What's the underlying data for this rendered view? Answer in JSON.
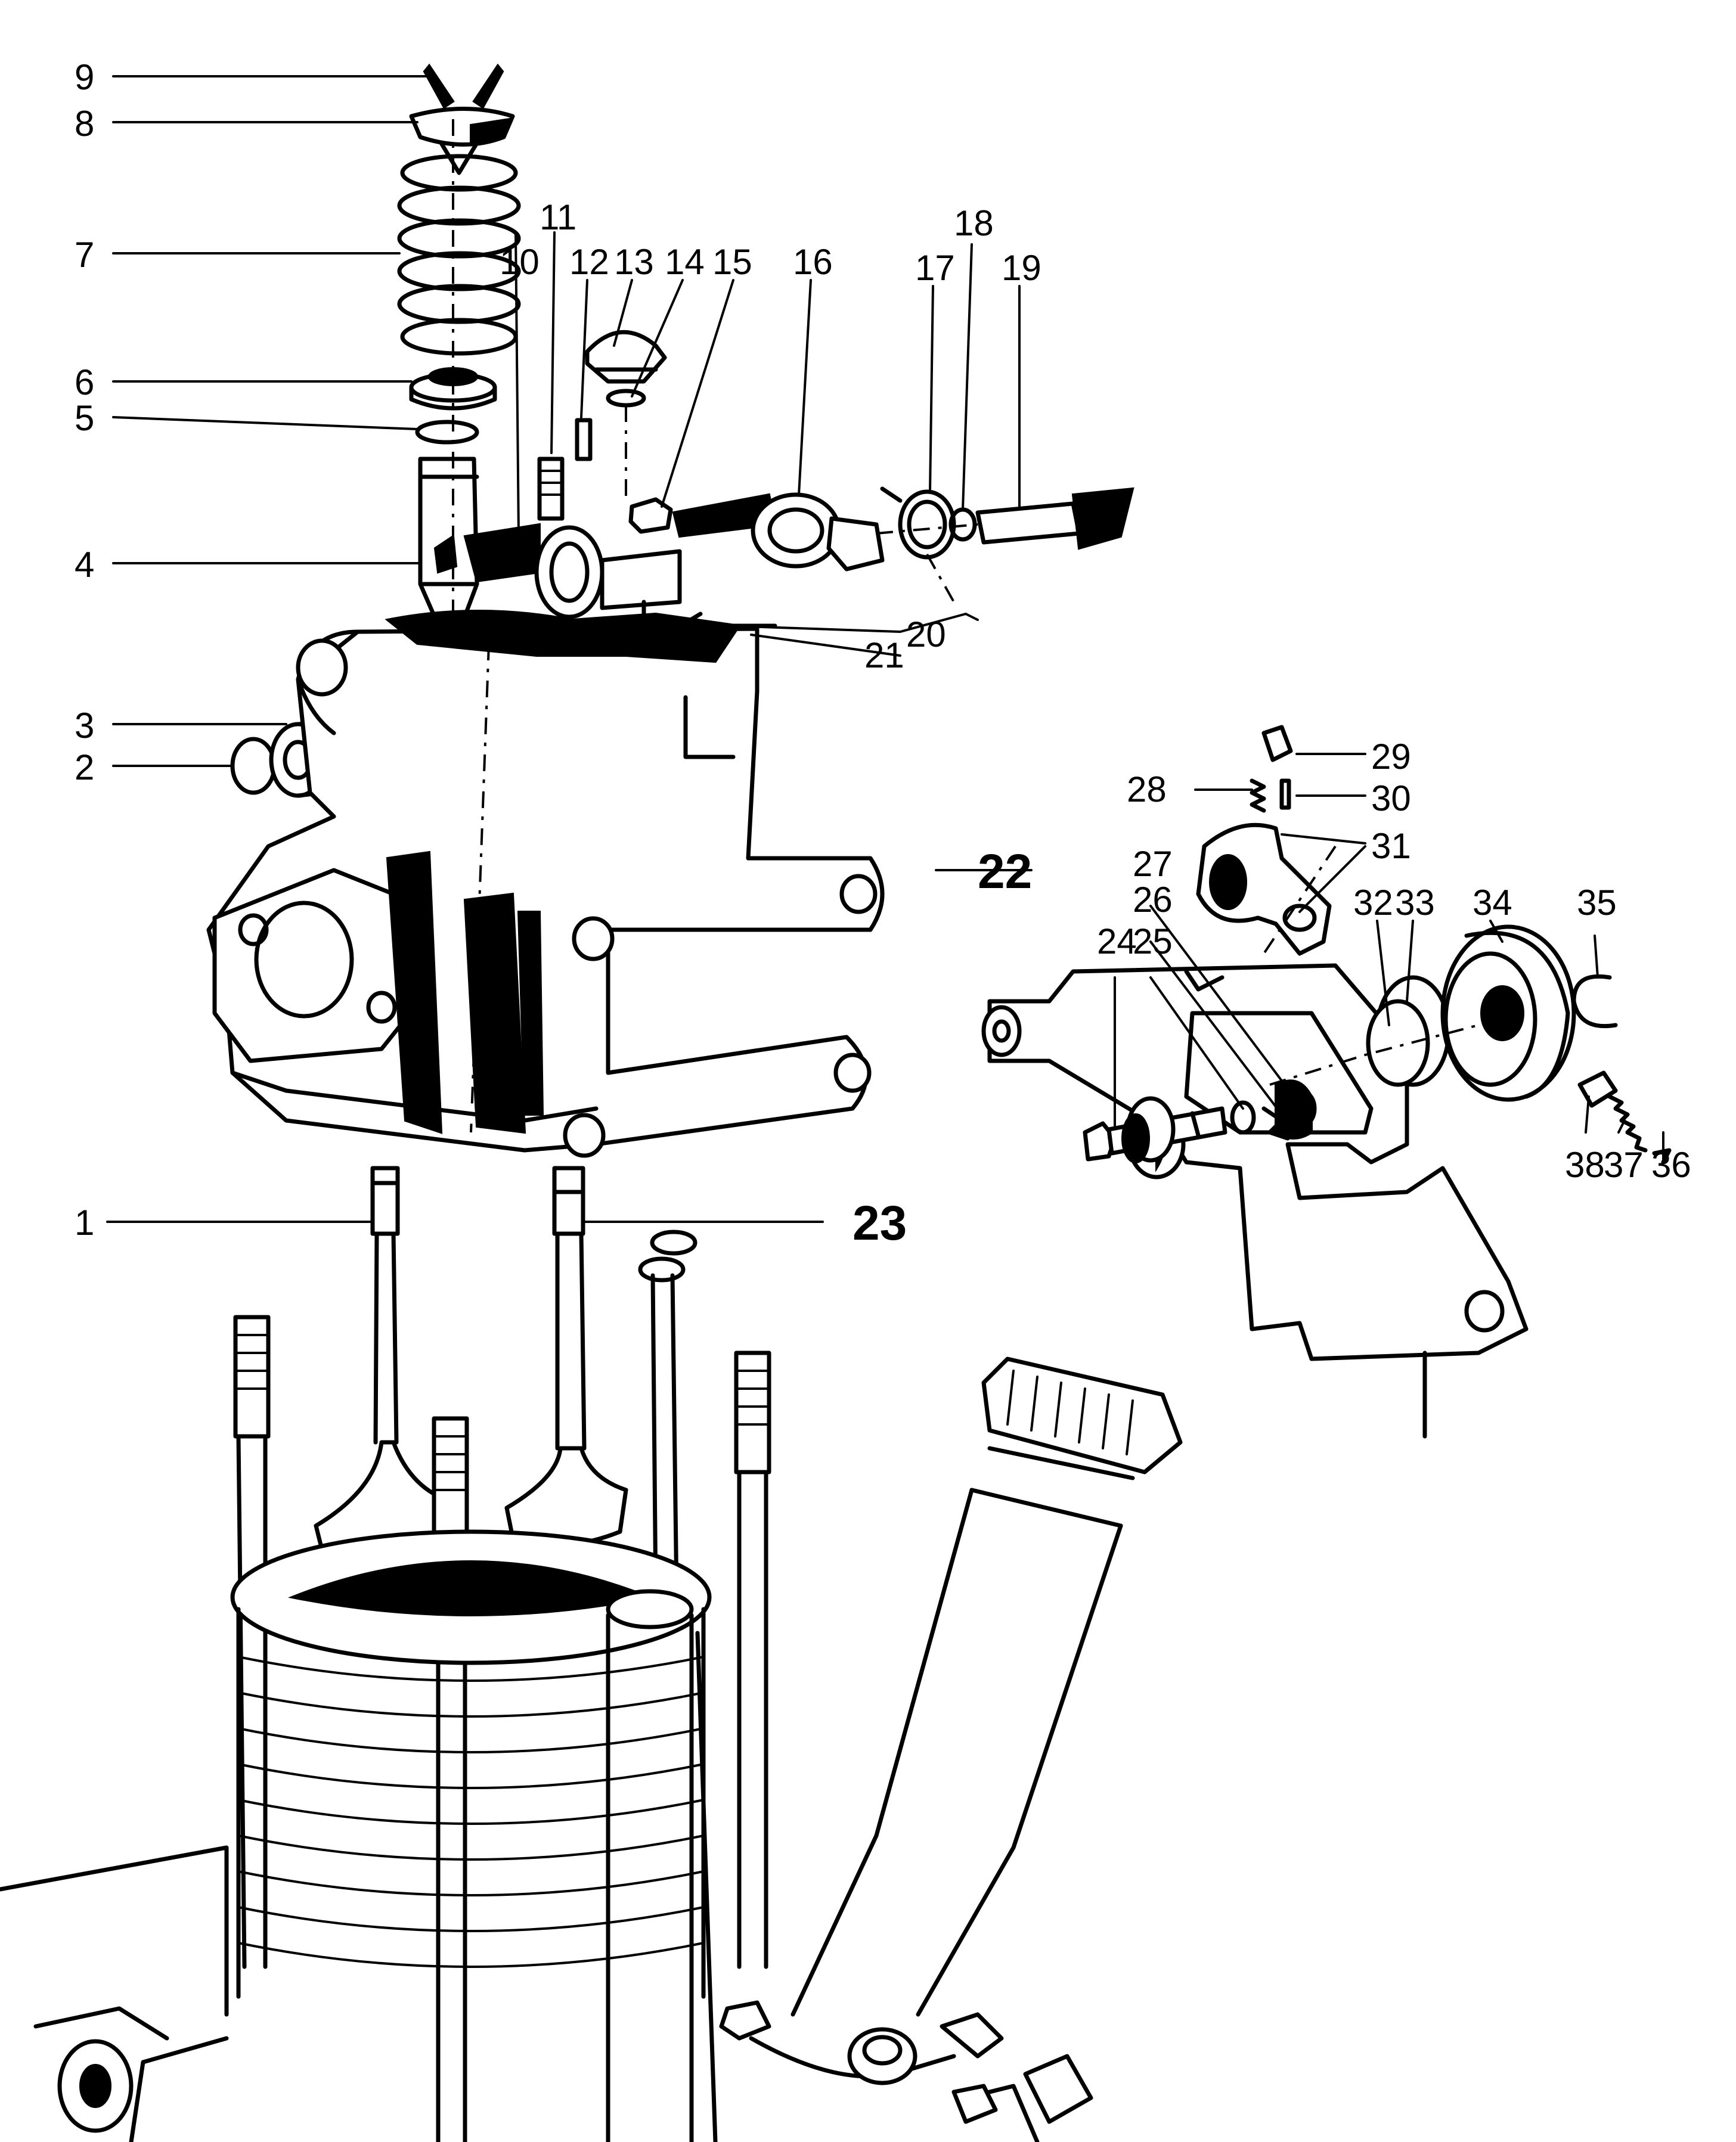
{
  "labels": {
    "p1": "1",
    "p2": "2",
    "p3": "3",
    "p4": "4",
    "p5": "5",
    "p6": "6",
    "p7": "7",
    "p8": "8",
    "p9": "9",
    "p10": "10",
    "p11": "11",
    "p12": "12",
    "p13": "13",
    "p14": "14",
    "p15": "15",
    "p16": "16",
    "p17": "17",
    "p18": "18",
    "p19": "19",
    "p20": "20",
    "p21": "21",
    "p22": "22",
    "p23": "23",
    "p24": "24",
    "p25": "25",
    "p26": "26",
    "p27": "27",
    "p28": "28",
    "p29": "29",
    "p30": "30",
    "p31": "31",
    "p32": "32",
    "p33": "33",
    "p34": "34",
    "p35": "35",
    "p36": "36",
    "p37": "37",
    "p38": "38"
  }
}
